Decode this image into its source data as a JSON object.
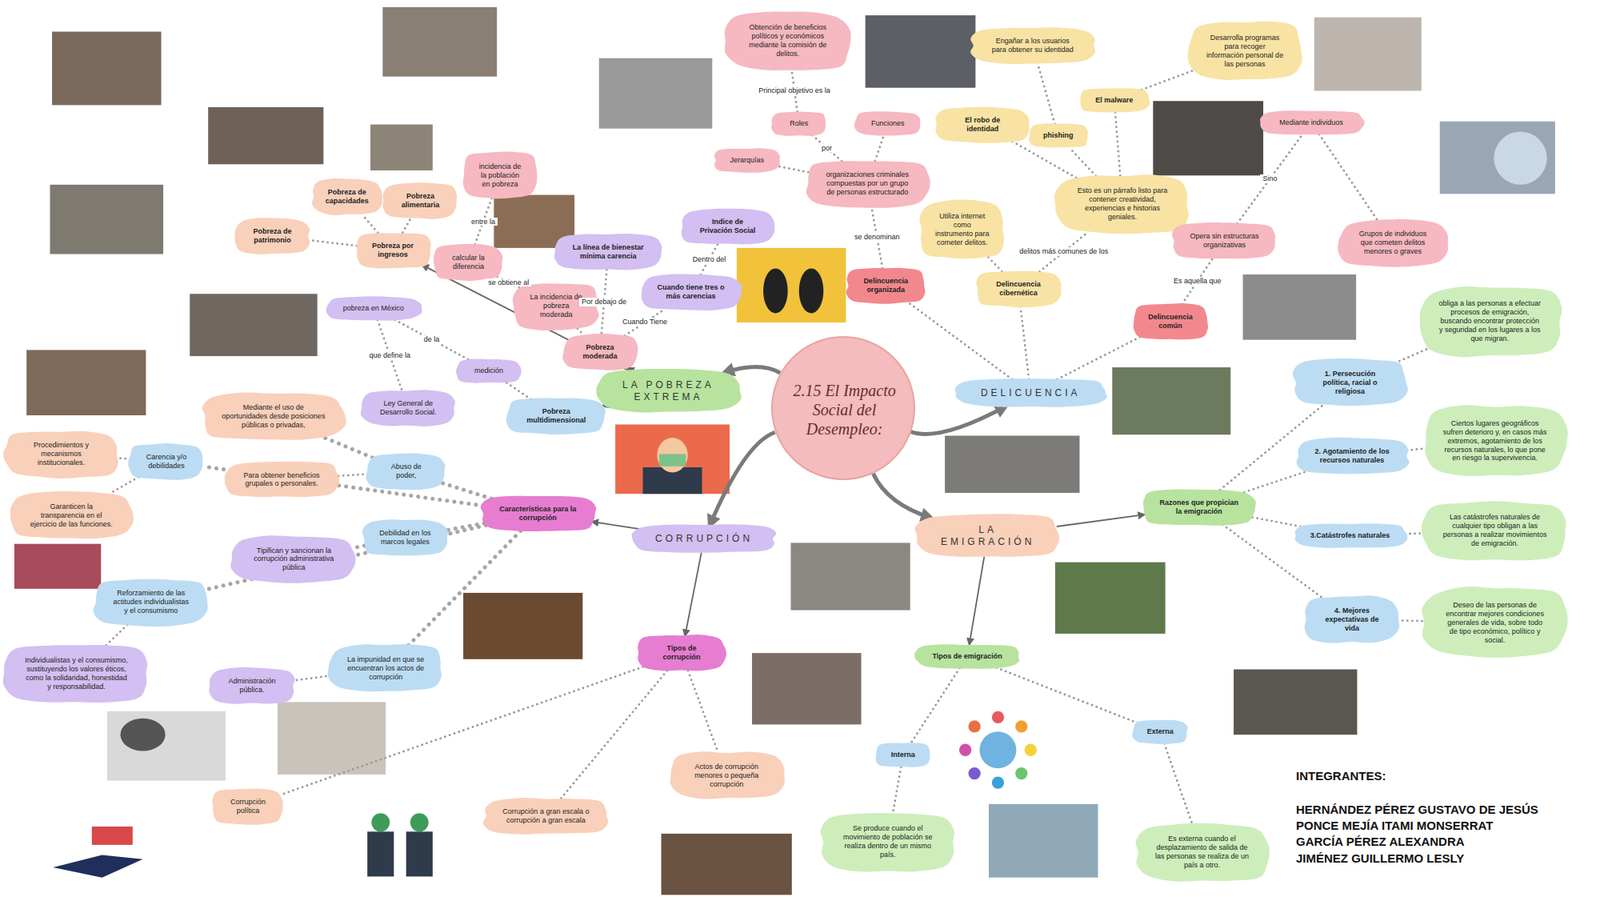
{
  "diagram": {
    "nodes": [
      {
        "text": [
          "2.15 El Impacto Social del Desempleo:"
        ]
      },
      {
        "text": [
          "LA POBREZA EXTREMA"
        ]
      },
      {
        "text": [
          "DELICUENCIA"
        ]
      },
      {
        "text": [
          "CORRUPCIÓN"
        ]
      },
      {
        "text": [
          "LA EMIGRACIÓN"
        ]
      },
      {
        "text": [
          "Pobreza moderada"
        ]
      },
      {
        "text": [
          "Pobreza multidimensional"
        ]
      },
      {
        "text": [
          "Pobreza por ingresos"
        ]
      },
      {
        "text": [
          "Pobreza de capacidades"
        ]
      },
      {
        "text": [
          "Pobreza alimentaria"
        ]
      },
      {
        "text": [
          "Pobreza de patrimonio"
        ]
      },
      {
        "text": [
          "incidencia de la población en pobreza"
        ]
      },
      {
        "text": [
          "calcular la diferencia"
        ]
      },
      {
        "text": [
          "La incidencia de pobreza moderada"
        ]
      },
      {
        "text": [
          "La línea de bienestar mínima carencia"
        ]
      },
      {
        "text": [
          "Indice de Privación Social"
        ]
      },
      {
        "text": [
          "Cuando tiene tres o más carencias"
        ]
      },
      {
        "text": [
          "pobreza en México"
        ]
      },
      {
        "text": [
          "medición"
        ]
      },
      {
        "text": [
          "Ley General de Desarrollo Social."
        ]
      },
      {
        "text": [
          "Delincuencia organizada"
        ]
      },
      {
        "text": [
          "organizaciones criminales compuestas por un grupo de personas estructurado"
        ]
      },
      {
        "text": [
          "Roles"
        ]
      },
      {
        "text": [
          "Funciones"
        ]
      },
      {
        "text": [
          "Jerarquías"
        ]
      },
      {
        "text": [
          "Obtención de beneficios políticos y económicos mediante la comisión de delitos."
        ]
      },
      {
        "text": [
          "Delincuencia cibernética"
        ]
      },
      {
        "text": [
          "Utiliza internet como instrumento para cometer delitos."
        ]
      },
      {
        "text": [
          "Esto es un párrafo listo para contener creatividad, experiencias e historias geniales."
        ]
      },
      {
        "text": [
          "El robo de identidad"
        ]
      },
      {
        "text": [
          "phishing"
        ]
      },
      {
        "text": [
          "El malware"
        ]
      },
      {
        "text": [
          "Engañar a los usuarios para obtener su identidad"
        ]
      },
      {
        "text": [
          "Desarrolla programas para recoger información personal de las personas"
        ]
      },
      {
        "text": [
          "Delincuencia común"
        ]
      },
      {
        "text": [
          "Opera sin estructuras organizativas"
        ]
      },
      {
        "text": [
          "Mediante individuos"
        ]
      },
      {
        "text": [
          "Grupos de individuos que cometen delitos menores o graves"
        ]
      },
      {
        "text": [
          "Razones que propician la emigración"
        ]
      },
      {
        "text": [
          "1. Persecución política, racial o religiosa"
        ]
      },
      {
        "text": [
          "obliga a las personas a efectuar procesos de emigración, buscando encontrar protección y seguridad en los lugares a los que migran."
        ]
      },
      {
        "text": [
          "2. Agotamiento de los recursos naturales"
        ]
      },
      {
        "text": [
          "Ciertos lugares geográficos sufren deterioro y, en casos más extremos, agotamiento de los recursos naturales, lo que pone en riesgo la supervivencia."
        ]
      },
      {
        "text": [
          "3.Catástrofes naturales"
        ]
      },
      {
        "text": [
          "Las catástrofes naturales de cualquier tipo obligan a las personas a realizar movimientos de emigración."
        ]
      },
      {
        "text": [
          "4. Mejores expectativas de vida"
        ]
      },
      {
        "text": [
          "Deseo de las personas de encontrar mejores condiciones generales de vida, sobre todo de tipo económico, político y social."
        ]
      },
      {
        "text": [
          "Tipos de emigración"
        ]
      },
      {
        "text": [
          "Interna"
        ]
      },
      {
        "text": [
          "Se produce cuando el movimiento de población se realiza dentro de un mismo país."
        ]
      },
      {
        "text": [
          "Externa"
        ]
      },
      {
        "text": [
          "Es externa cuando el desplazamiento de salida de las personas se realiza de un país a otro."
        ]
      },
      {
        "text": [
          "Características para la corrupción"
        ]
      },
      {
        "text": [
          "Abuso de poder,"
        ]
      },
      {
        "text": [
          "Mediante el uso de oportunidades desde posiciones públicas o privadas,"
        ]
      },
      {
        "text": [
          "Para obtener beneficios grupales o personales."
        ]
      },
      {
        "text": [
          "Debilidad en los marcos legales"
        ]
      },
      {
        "text": [
          "Tipifican y sancionan la corrupción administrativa pública"
        ]
      },
      {
        "text": [
          "La impunidad en que se encuentran los actos de corrupción"
        ]
      },
      {
        "text": [
          "Administración pública."
        ]
      },
      {
        "text": [
          "Carencia y/o debilidades"
        ]
      },
      {
        "text": [
          "Procedimientos y mecanismos institucionales."
        ]
      },
      {
        "text": [
          "Garanticen la transparencia en el ejercicio de las funciones."
        ]
      },
      {
        "text": [
          "Reforzamiento de las actitudes individualistas y el consumismo"
        ]
      },
      {
        "text": [
          "Individualistas y el consumismo, sustituyendo los valores éticos, como la solidaridad, honestidad y responsabilidad."
        ]
      },
      {
        "text": [
          "Tipos de corrupción"
        ]
      },
      {
        "text": [
          "Actos de corrupción menores o pequeña corrupción"
        ]
      },
      {
        "text": [
          "Corrupción a gran escala o corrupción a gran escala"
        ]
      },
      {
        "text": [
          "Corrupción política"
        ]
      }
    ],
    "edges": [
      {
        "from": 0,
        "to": 1,
        "arrow": "to"
      },
      {
        "from": 0,
        "to": 2,
        "arrow": "to"
      },
      {
        "from": 0,
        "to": 3,
        "arrow": "to"
      },
      {
        "from": 0,
        "to": 4,
        "arrow": "to"
      },
      {
        "from": 1,
        "to": 5,
        "arrow": "to"
      },
      {
        "from": 1,
        "to": 6,
        "arrow": "to"
      },
      {
        "from": 1,
        "to": 7,
        "arrow": "to"
      },
      {
        "from": 7,
        "to": 8,
        "arrow": "none"
      },
      {
        "from": 7,
        "to": 9,
        "arrow": "none"
      },
      {
        "from": 7,
        "to": 10,
        "arrow": "none"
      },
      {
        "from": 11,
        "to": 12,
        "label": "entre la",
        "arrow": "none"
      },
      {
        "from": 12,
        "to": 13,
        "label": "se obtiene al",
        "arrow": "none"
      },
      {
        "from": 13,
        "to": 5,
        "arrow": "none"
      },
      {
        "from": 14,
        "to": 5,
        "label": "Por debajo de",
        "arrow": "none"
      },
      {
        "from": 5,
        "to": 16,
        "label": "Cuando Tiene",
        "arrow": "none"
      },
      {
        "from": 16,
        "to": 15,
        "label": "Dentro del",
        "arrow": "none"
      },
      {
        "from": 6,
        "to": 18,
        "arrow": "none"
      },
      {
        "from": 18,
        "to": 17,
        "label": "de la",
        "arrow": "none"
      },
      {
        "from": 17,
        "to": 19,
        "label": "que define la",
        "arrow": "none"
      },
      {
        "from": 2,
        "to": 20,
        "arrow": "none"
      },
      {
        "from": 2,
        "to": 26,
        "arrow": "none"
      },
      {
        "from": 2,
        "to": 34,
        "arrow": "none"
      },
      {
        "from": 20,
        "to": 21,
        "label": "se denominan",
        "arrow": "none"
      },
      {
        "from": 21,
        "to": 22,
        "label": "por",
        "arrow": "none"
      },
      {
        "from": 21,
        "to": 23,
        "arrow": "none"
      },
      {
        "from": 21,
        "to": 24,
        "arrow": "none"
      },
      {
        "from": 22,
        "to": 25,
        "label": "Principal objetivo es la",
        "arrow": "none"
      },
      {
        "from": 26,
        "to": 27,
        "arrow": "none"
      },
      {
        "from": 26,
        "to": 28,
        "label": "delitos más comunes de los",
        "arrow": "none"
      },
      {
        "from": 28,
        "to": 29,
        "arrow": "none"
      },
      {
        "from": 28,
        "to": 30,
        "arrow": "none"
      },
      {
        "from": 28,
        "to": 31,
        "arrow": "none"
      },
      {
        "from": 30,
        "to": 32,
        "arrow": "none"
      },
      {
        "from": 31,
        "to": 33,
        "arrow": "none"
      },
      {
        "from": 34,
        "to": 35,
        "label": "Es aquella que",
        "arrow": "none"
      },
      {
        "from": 35,
        "to": 36,
        "label": "Sino",
        "arrow": "none"
      },
      {
        "from": 36,
        "to": 37,
        "arrow": "none"
      },
      {
        "from": 4,
        "to": 38,
        "arrow": "to"
      },
      {
        "from": 4,
        "to": 47,
        "arrow": "to"
      },
      {
        "from": 38,
        "to": 39,
        "arrow": "none"
      },
      {
        "from": 39,
        "to": 40,
        "arrow": "none"
      },
      {
        "from": 38,
        "to": 41,
        "arrow": "none"
      },
      {
        "from": 41,
        "to": 42,
        "arrow": "none"
      },
      {
        "from": 38,
        "to": 43,
        "arrow": "none"
      },
      {
        "from": 43,
        "to": 44,
        "arrow": "none"
      },
      {
        "from": 38,
        "to": 45,
        "arrow": "none"
      },
      {
        "from": 45,
        "to": 46,
        "arrow": "none"
      },
      {
        "from": 47,
        "to": 48,
        "arrow": "none"
      },
      {
        "from": 48,
        "to": 49,
        "arrow": "none"
      },
      {
        "from": 47,
        "to": 50,
        "arrow": "none"
      },
      {
        "from": 50,
        "to": 51,
        "arrow": "none"
      },
      {
        "from": 3,
        "to": 52,
        "arrow": "to"
      },
      {
        "from": 3,
        "to": 65,
        "arrow": "to"
      },
      {
        "from": 52,
        "to": 53,
        "arrow": "none"
      },
      {
        "from": 53,
        "to": 54,
        "arrow": "none"
      },
      {
        "from": 53,
        "to": 55,
        "arrow": "none"
      },
      {
        "from": 52,
        "to": 56,
        "arrow": "none"
      },
      {
        "from": 56,
        "to": 57,
        "arrow": "none"
      },
      {
        "from": 52,
        "to": 58,
        "arrow": "none"
      },
      {
        "from": 58,
        "to": 59,
        "arrow": "none"
      },
      {
        "from": 52,
        "to": 60,
        "arrow": "none"
      },
      {
        "from": 60,
        "to": 61,
        "arrow": "none"
      },
      {
        "from": 60,
        "to": 62,
        "arrow": "none"
      },
      {
        "from": 52,
        "to": 63,
        "arrow": "none"
      },
      {
        "from": 63,
        "to": 64,
        "arrow": "none"
      },
      {
        "from": 65,
        "to": 66,
        "arrow": "none"
      },
      {
        "from": 65,
        "to": 67,
        "arrow": "none"
      },
      {
        "from": 65,
        "to": 68,
        "arrow": "none"
      }
    ],
    "labels": [
      "INTEGRANTES:",
      "HERNÁNDEZ PÉREZ GUSTAVO DE JESÚS",
      "PONCE MEJÍA ITAMI MONSERRAT",
      "GARCÍA PÉREZ ALEXANDRA",
      "JIMÉNEZ GUILLERMO LESLY"
    ]
  }
}
